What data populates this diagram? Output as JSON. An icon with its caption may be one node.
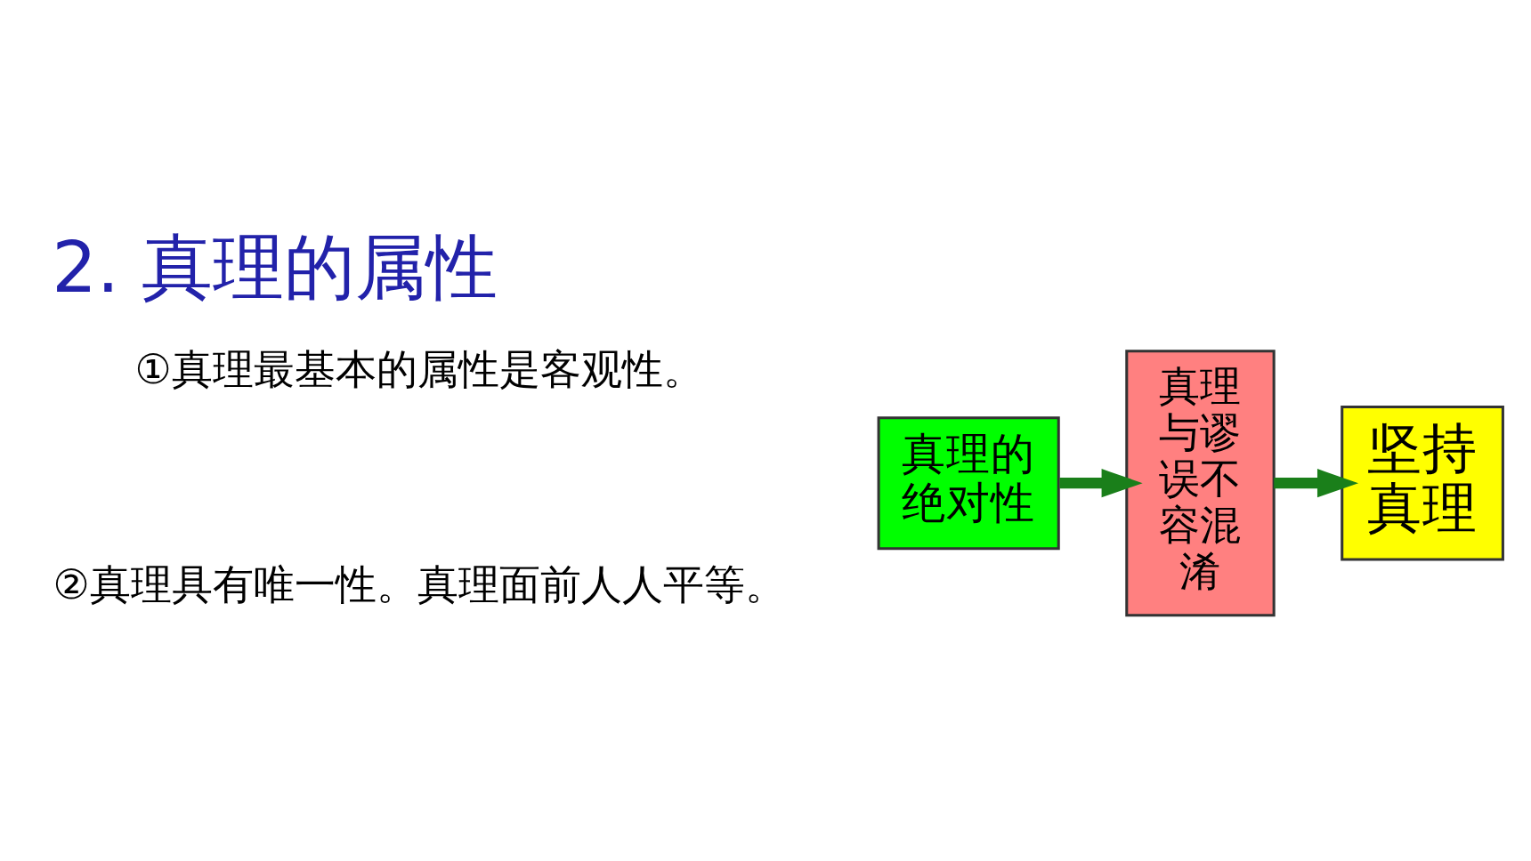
{
  "diagram": {
    "title": "2. 真理的属性",
    "nodes": [
      {
        "text": [
          "真理的绝对性"
        ]
      },
      {
        "text": [
          "真理与谬误不容混淆"
        ]
      },
      {
        "text": [
          "坚持真理"
        ]
      }
    ],
    "edges": [
      {
        "from": 0,
        "to": 1,
        "arrow": "to"
      },
      {
        "from": 1,
        "to": 2,
        "arrow": "to"
      }
    ],
    "labels": [
      "①真理最基本的属性是客观性。",
      "②真理具有唯一性。真理面前人人平等。"
    ]
  }
}
